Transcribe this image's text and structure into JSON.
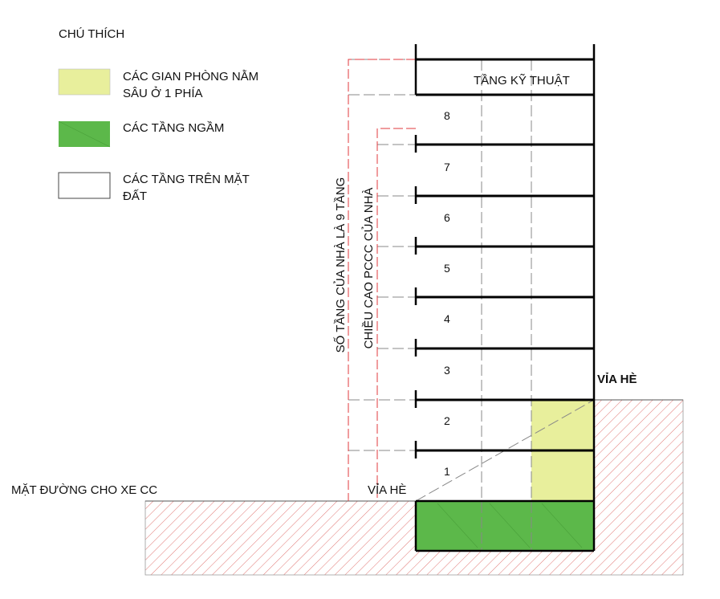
{
  "legend": {
    "title": "CHÚ THÍCH",
    "items": [
      {
        "label_lines": [
          "CÁC GIAN PHÒNG NẰM",
          "SÂU Ở 1 PHÍA"
        ],
        "color": "#e8ef9c"
      },
      {
        "label_lines": [
          "CÁC TẦNG NGẦM"
        ],
        "color": "#5cb84a"
      },
      {
        "label_lines": [
          "CÁC TẦNG TRÊN MẶT",
          "ĐẤT"
        ],
        "color": "#ffffff"
      }
    ]
  },
  "building": {
    "technical_floor": "TẦNG KỸ THUẬT",
    "floors": [
      "1",
      "2",
      "3",
      "4",
      "5",
      "6",
      "7",
      "8"
    ]
  },
  "dimensions": {
    "storeys": "SỐ TẦNG CỦA NHÀ LÀ 9 TẦNG",
    "fire_height": "CHIỀU CAO PCCC CỦA NHÀ"
  },
  "ground": {
    "road": "MẶT ĐƯỜNG CHO XE CC",
    "sidewalk_low": "VỈA HÈ",
    "sidewalk_high": "VỈA HÈ"
  },
  "colors": {
    "hatch": "#d9534f",
    "dim_line": "#e0393e",
    "basement": "#5cb84a",
    "deep_room": "#e8ef9c"
  }
}
